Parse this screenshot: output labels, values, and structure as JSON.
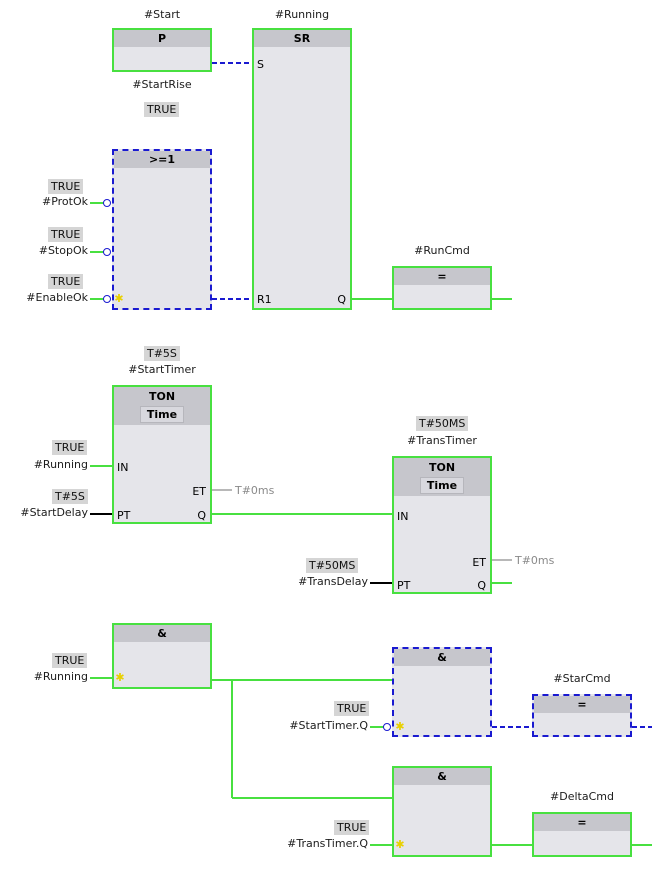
{
  "network1": {
    "p_block": {
      "operand": "#Start",
      "title": "P",
      "edge_bit": "#StartRise",
      "edge_value": "TRUE"
    },
    "sr_block": {
      "operand": "#Running",
      "title": "SR",
      "pin_s": "S",
      "pin_r1": "R1",
      "pin_q": "Q"
    },
    "or_block": {
      "title": ">=1"
    },
    "inputs": [
      {
        "value": "TRUE",
        "operand": "#ProtOk"
      },
      {
        "value": "TRUE",
        "operand": "#StopOk"
      },
      {
        "value": "TRUE",
        "operand": "#EnableOk"
      }
    ],
    "coil": {
      "operand": "#RunCmd",
      "title": "="
    }
  },
  "network2": {
    "ton1": {
      "preset_value": "T#5S",
      "instance": "#StartTimer",
      "title": "TON",
      "subtitle": "Time",
      "pin_in": "IN",
      "pin_pt": "PT",
      "pin_et": "ET",
      "pin_q": "Q",
      "in_value": "TRUE",
      "in_operand": "#Running",
      "pt_value": "T#5S",
      "pt_operand": "#StartDelay",
      "et_value": "T#0ms"
    },
    "ton2": {
      "preset_value": "T#50MS",
      "instance": "#TransTimer",
      "title": "TON",
      "subtitle": "Time",
      "pin_in": "IN",
      "pin_pt": "PT",
      "pin_et": "ET",
      "pin_q": "Q",
      "pt_value": "T#50MS",
      "pt_operand": "#TransDelay",
      "et_value": "T#0ms"
    }
  },
  "network3": {
    "and1": {
      "title": "&",
      "in_value": "TRUE",
      "in_operand": "#Running"
    },
    "and2": {
      "title": "&",
      "in_value": "TRUE",
      "in_operand": "#StartTimer.Q"
    },
    "and3": {
      "title": "&",
      "in_value": "TRUE",
      "in_operand": "#TransTimer.Q"
    },
    "coil_star": {
      "operand": "#StarCmd",
      "title": "="
    },
    "coil_delta": {
      "operand": "#DeltaCmd",
      "title": "="
    }
  },
  "colors": {
    "powered": "#48e040",
    "unpowered": "#1a1ad0",
    "block_fill": "#e5e5ea",
    "header_fill": "#c6c6cc"
  },
  "icons": {
    "negation": "negation-circle-icon",
    "edge_marker": "edge-star-icon"
  }
}
